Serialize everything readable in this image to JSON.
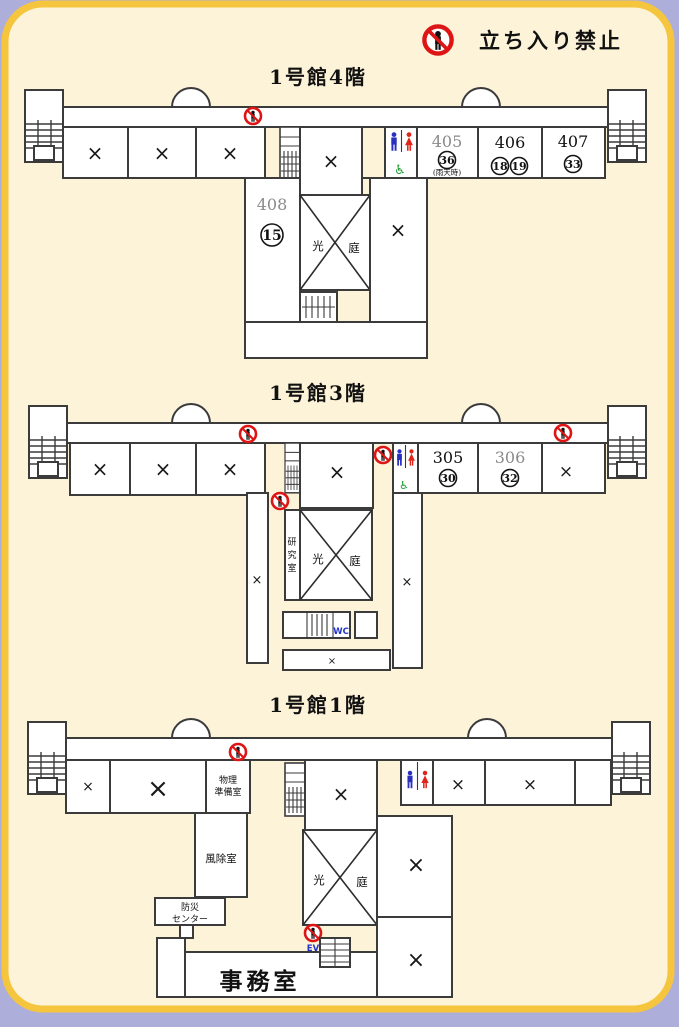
{
  "legend": {
    "label": "立ち入り禁止"
  },
  "symbols": {
    "x": "×",
    "wheelchair": "♿"
  },
  "colors": {
    "page_bg": "#aeaeda",
    "card_bg": "#fdf3d8",
    "card_border": "#f6c53e",
    "wall": "#3b3b3b",
    "no_entry_red": "#dd1515",
    "mens_blue": "#2a2fc0",
    "womens_red": "#e02418",
    "accessible_green": "#179a2e",
    "facility_blue": "#2233cc",
    "dim_text": "#8a8a8a"
  },
  "floors": [
    {
      "title": "1号館4階",
      "court": {
        "a": "光",
        "b": "庭"
      },
      "rooms": {
        "r408": {
          "number": "408",
          "badge": "15"
        },
        "r405": {
          "number": "405",
          "badge": "36",
          "note": "(雨天時)"
        },
        "r406": {
          "number": "406",
          "badge_a": "18",
          "badge_b": "19"
        },
        "r407": {
          "number": "407",
          "badge": "33"
        }
      }
    },
    {
      "title": "1号館3階",
      "court": {
        "a": "光",
        "b": "庭"
      },
      "lab": {
        "c1": "研",
        "c2": "究",
        "c3": "室"
      },
      "wc": "WC",
      "rooms": {
        "r305": {
          "number": "305",
          "badge": "30"
        },
        "r306": {
          "number": "306",
          "badge": "32"
        }
      }
    },
    {
      "title": "1号館1階",
      "court": {
        "a": "光",
        "b": "庭"
      },
      "physics_prep": {
        "line1": "物理",
        "line2": "準備室"
      },
      "windbreak": "風除室",
      "disaster": {
        "line1": "防災",
        "line2": "センター"
      },
      "office": "事務室",
      "ev": "EV"
    }
  ]
}
